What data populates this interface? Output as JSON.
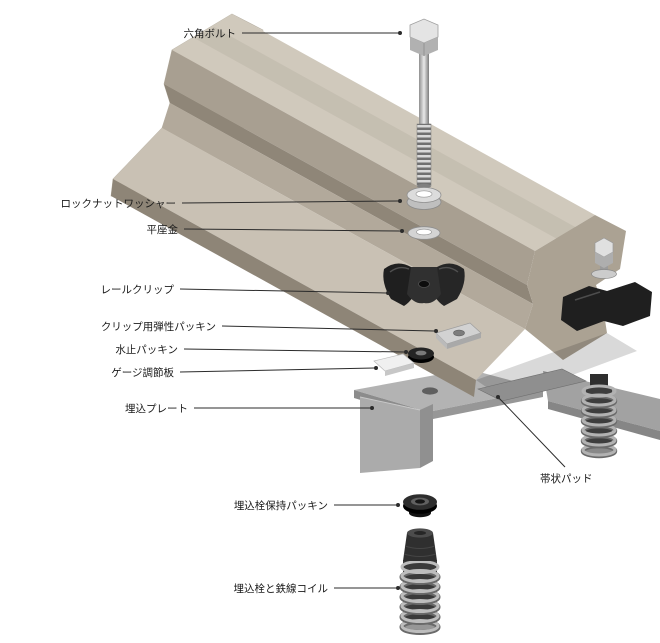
{
  "diagram": {
    "labels": {
      "hex_bolt": "六角ボルト",
      "lock_nut_washer": "ロックナットワッシャー",
      "flat_washer": "平座金",
      "rail_clip": "レールクリップ",
      "clip_elastic_packing": "クリップ用弾性パッキン",
      "water_stop_packing": "水止パッキン",
      "gauge_adjust_plate": "ゲージ調節板",
      "embedded_plate": "埋込プレート",
      "band_pad": "帯状パッド",
      "plug_retaining_packing": "埋込栓保持パッキン",
      "plug_wire_coil": "埋込栓と鉄線コイル"
    },
    "colors": {
      "background": "#ffffff",
      "rail_light": "#d0c9bc",
      "rail_mid": "#a89f91",
      "rail_dark": "#8e8577",
      "rail_end_face": "#d9d2c6",
      "rail_end_face_right": "#aba293",
      "clip_black": "#1f1f1f",
      "plate_gray": "#b3b3b3",
      "metal_light": "#d8d8d8",
      "label_text": "#1a1a1a",
      "leader_line": "#2b2b2b"
    }
  }
}
